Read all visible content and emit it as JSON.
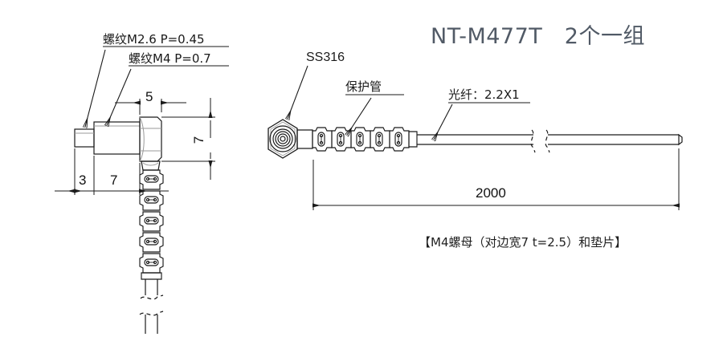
{
  "drawing": {
    "title": "NT-M477T　2个一组",
    "note": "【M4螺母（对边宽7 t=2.5）和垫片】"
  },
  "left_view": {
    "labels": {
      "thread_m26": "螺纹M2.6 P=0.45",
      "thread_m4": "螺纹M4 P=0.7"
    },
    "dimensions": {
      "tip_length": "3",
      "thread_length": "7",
      "nut_length": "5",
      "nut_width": "7"
    }
  },
  "right_view": {
    "labels": {
      "material": "SS316",
      "protective_tube": "保护管",
      "fiber": "光纤：2.2X1"
    },
    "dimensions": {
      "total_length": "2000"
    }
  },
  "style": {
    "line_color": "#1a1a1a",
    "title_color": "#515a66",
    "shade_color": "#8d8d8d"
  }
}
